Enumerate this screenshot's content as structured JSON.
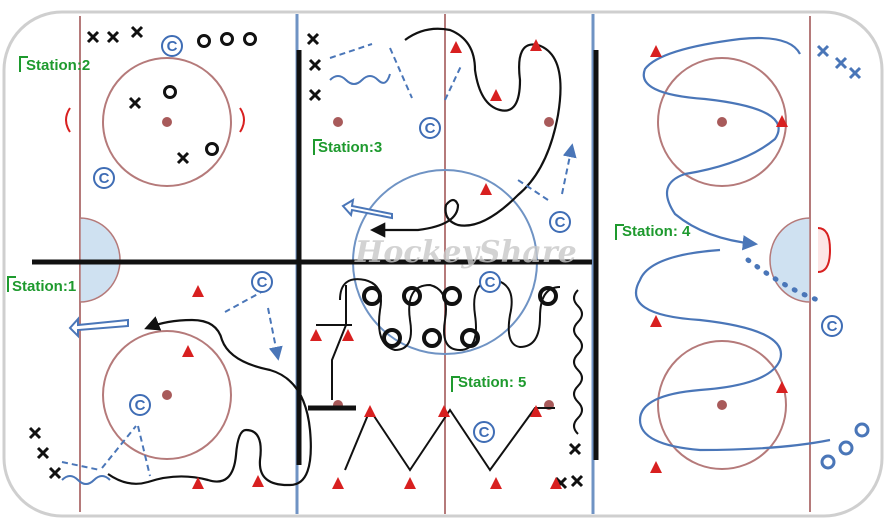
{
  "stations": [
    {
      "label": "Station:1"
    },
    {
      "label": "Station:2"
    },
    {
      "label": "Station:3"
    },
    {
      "label": "Station: 4"
    },
    {
      "label": "Station: 5"
    }
  ],
  "watermark": "HockeyShare",
  "coach_symbol": "C",
  "colors": {
    "rink_line": "#b57a7a",
    "blue_line": "#6f93c4",
    "divider": "#111111",
    "station_text": "#1e9a2e",
    "cone": "#d82020",
    "skater_path": "#111111",
    "blue_path": "#4a76b8"
  }
}
